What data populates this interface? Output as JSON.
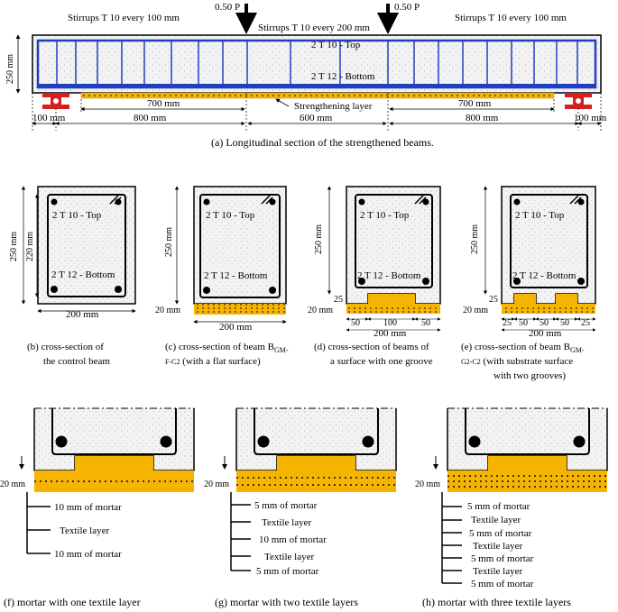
{
  "long": {
    "stirrups_left": "Stirrups T 10 every 100 mm",
    "stirrups_mid": "Stirrups T 10 every 200 mm",
    "stirrups_right": "Stirrups T 10 every 100 mm",
    "load_left": "0.50 P",
    "load_right": "0.50 P",
    "height": "250 mm",
    "top_bar": "2 T 10 - Top",
    "bottom_bar": "2 T 12 - Bottom",
    "strengthening": "Strengthening layer",
    "dim_100_left": "100 mm",
    "dim_100_right": "100 mm",
    "dim_700_left": "700 mm",
    "dim_700_right": "700 mm",
    "dim_800_left": "800 mm",
    "dim_800_right": "800 mm",
    "dim_600": "600 mm",
    "caption": "(a) Longitudinal section of the strengthened beams."
  },
  "sections": {
    "top_bar": "2 T 10 - Top",
    "bottom_bar": "2 T 12 - Bottom",
    "h250": "250 mm",
    "h220": "220 mm",
    "w200": "200 mm",
    "h20": "20 mm",
    "g25": "25",
    "g50": "50",
    "g100": "100",
    "cap_b1": "(b) cross-section of",
    "cap_b2": "the control beam",
    "cap_c1a": "(c) cross-section of beam B",
    "cap_c1b": "GM-",
    "cap_c2a": "F-C2",
    "cap_c2b": " (with a flat surface)",
    "cap_d1": "(d)   cross-section of beams of",
    "cap_d2": "a surface with one groove",
    "cap_e1a": "(e) cross-section of beam B",
    "cap_e1b": "GM-",
    "cap_e2a": "G2-C2",
    "cap_e2b": " (with substrate surface",
    "cap_e3": "with two grooves)"
  },
  "layers": {
    "h20": "20 mm",
    "f": [
      "10 mm of mortar",
      "Textile layer",
      "10 mm of mortar"
    ],
    "g": [
      "5 mm of mortar",
      "Textile layer",
      "10 mm of mortar",
      "Textile layer",
      "5 mm of mortar"
    ],
    "h": [
      "5 mm of mortar",
      "Textile layer",
      "5 mm of mortar",
      "Textile layer",
      "5 mm of mortar",
      "Textile layer",
      "5 mm of mortar"
    ],
    "cap_f": "(f) mortar with one textile layer",
    "cap_g": "(g)  mortar with two textile layers",
    "cap_h": "(h)  mortar with three textile layers"
  },
  "colors": {
    "stirrup": "#1f3fbf",
    "mortar": "#f5b400",
    "support": "#d42020",
    "concrete": "#f2f2f2"
  }
}
